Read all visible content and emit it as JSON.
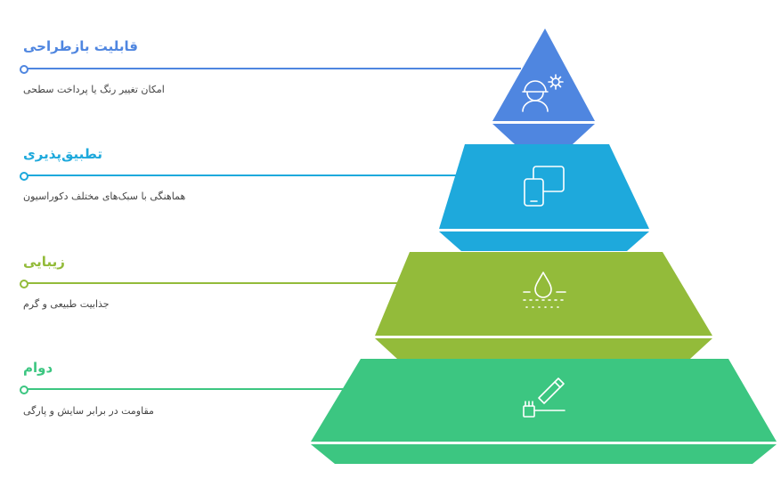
{
  "levels": [
    {
      "title": "قابلیت بازطراحی",
      "description": "امکان تغییر رنگ یا پرداخت سطحی",
      "color": "#4f86e0",
      "icon": "worker-gear-icon"
    },
    {
      "title": "تطبیق‌پذیری",
      "description": "هماهنگی با سبک‌های مختلف دکوراسیون",
      "color": "#1ea9dc",
      "icon": "devices-icon"
    },
    {
      "title": "زیبایی",
      "description": "جذابیت طبیعی و گرم",
      "color": "#93bb3a",
      "icon": "water-drop-icon"
    },
    {
      "title": "دوام",
      "description": "مقاومت در برابر سایش و پارگی",
      "color": "#3cc681",
      "icon": "paint-tube-brush-icon"
    }
  ]
}
